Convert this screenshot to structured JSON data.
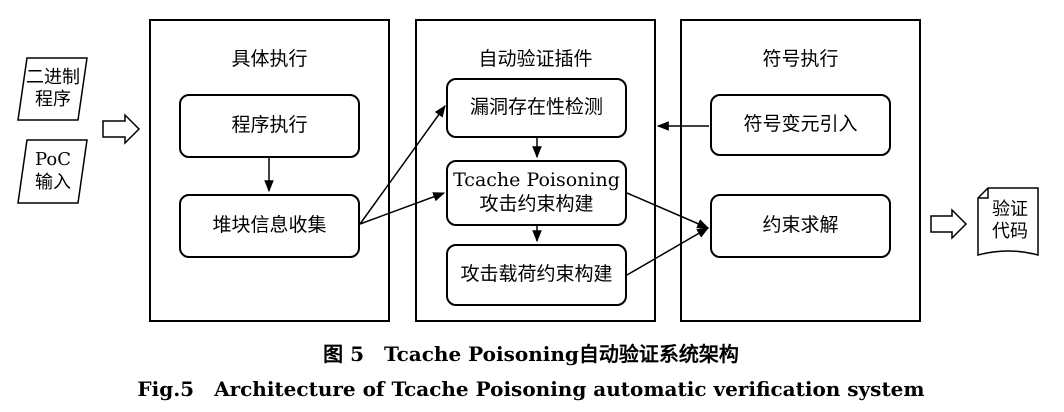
{
  "inputs": {
    "binary_program": [
      "二进制",
      "程序"
    ],
    "poc_input": [
      "PoC",
      "输入"
    ]
  },
  "panels": {
    "concrete": {
      "title": "具体执行",
      "program_exec": "程序执行",
      "heap_info": "堆块信息收集"
    },
    "plugin": {
      "title": "自动验证插件",
      "vuln_detect": "漏洞存在性检测",
      "tcache_line1": "Tcache Poisoning",
      "tcache_line2": "攻击约束构建",
      "payload": "攻击载荷约束构建"
    },
    "symbolic": {
      "title": "符号执行",
      "sym_vars": "符号变元引入",
      "solve": "约束求解"
    }
  },
  "output": {
    "verify_code": [
      "验证",
      "代码"
    ]
  },
  "caption": {
    "zh": "图 5　Tcache Poisoning自动验证系统架构",
    "en": "Fig.5　Architecture of Tcache Poisoning automatic verification system"
  }
}
